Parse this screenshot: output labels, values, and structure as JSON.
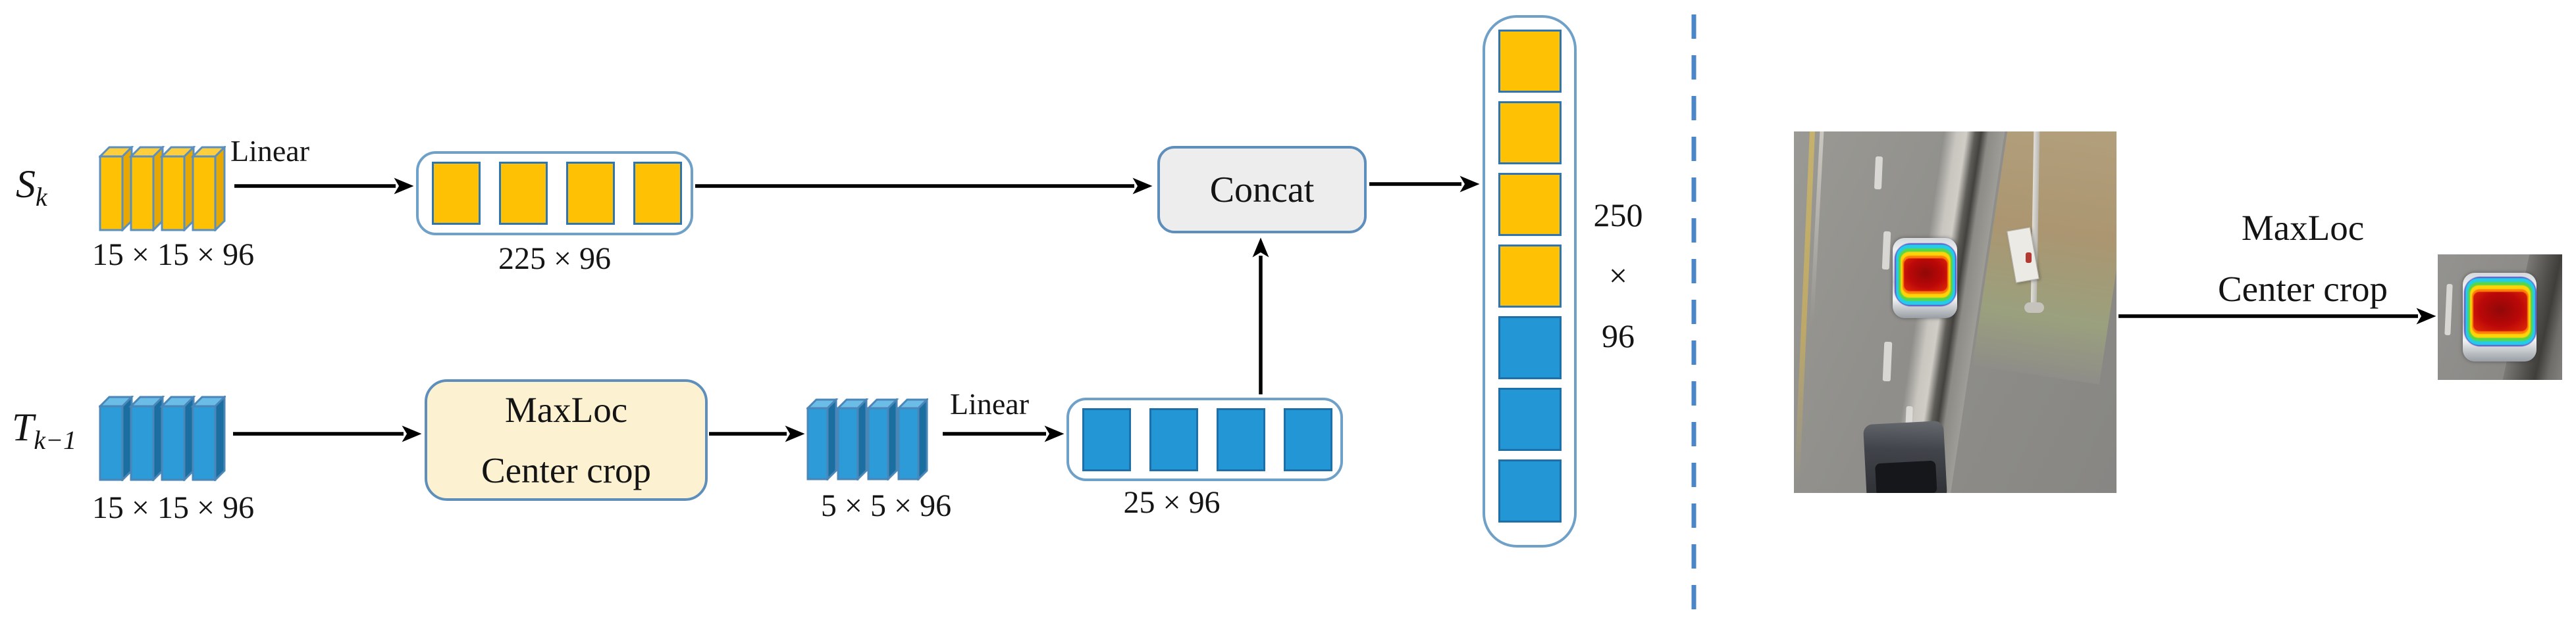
{
  "sk_row": {
    "label_base": "S",
    "label_sub": "k",
    "blocks_dims": "15 × 15 × 96",
    "linear": "Linear",
    "seq_label": "225 × 96"
  },
  "tk_row": {
    "label_base": "T",
    "label_sub": "k−1",
    "blocks_dims": "15 × 15 × 96",
    "maxloc_line1": "MaxLoc",
    "maxloc_line2": "Center crop",
    "cropped_dims": "5 × 5 × 96",
    "linear": "Linear",
    "seq_label": "25 × 96"
  },
  "concat_label": "Concat",
  "stack": {
    "dim_lines": [
      "250",
      "×",
      "96"
    ],
    "segments": [
      {
        "count": 4,
        "cls": "sq yellow",
        "name": "stack-square-yellow"
      },
      {
        "count": 3,
        "cls": "sq blue",
        "name": "stack-square-blue"
      }
    ]
  },
  "seq_top_squares": {
    "count": 4,
    "cls": "sq yellow",
    "name": "search-feature-square"
  },
  "seq_bottom_squares": {
    "count": 4,
    "cls": "sq blue",
    "name": "template-feature-square"
  },
  "right_panel": {
    "maxloc_line1": "MaxLoc",
    "maxloc_line2": "Center crop"
  },
  "block_groups": {
    "sk": {
      "count": 4,
      "w": 34,
      "h": 126,
      "bev": 14,
      "pitch": 47,
      "front": "#FFC104",
      "top": "#FFCE3D",
      "side": "#E8A800",
      "stroke": "#5A8FC0"
    },
    "tk": {
      "count": 4,
      "w": 34,
      "h": 126,
      "bev": 14,
      "pitch": 47,
      "front": "#2E9BD9",
      "top": "#6CBCE8",
      "side": "#1B6FA0",
      "stroke": "#4A86B8"
    },
    "small": {
      "count": 4,
      "w": 30,
      "h": 121,
      "bev": 13,
      "pitch": 46,
      "front": "#2E9BD9",
      "top": "#6CBCE8",
      "side": "#1B6FA0",
      "stroke": "#4A86B8"
    }
  },
  "colors": {
    "yellow": "#FFC104",
    "blue": "#2396D5",
    "box_border": "#6FA0C8",
    "concat_fill": "#EDEDED",
    "maxloc_fill": "#FCF2D2",
    "divider": "#4A86C8",
    "arrow": "#000000"
  }
}
